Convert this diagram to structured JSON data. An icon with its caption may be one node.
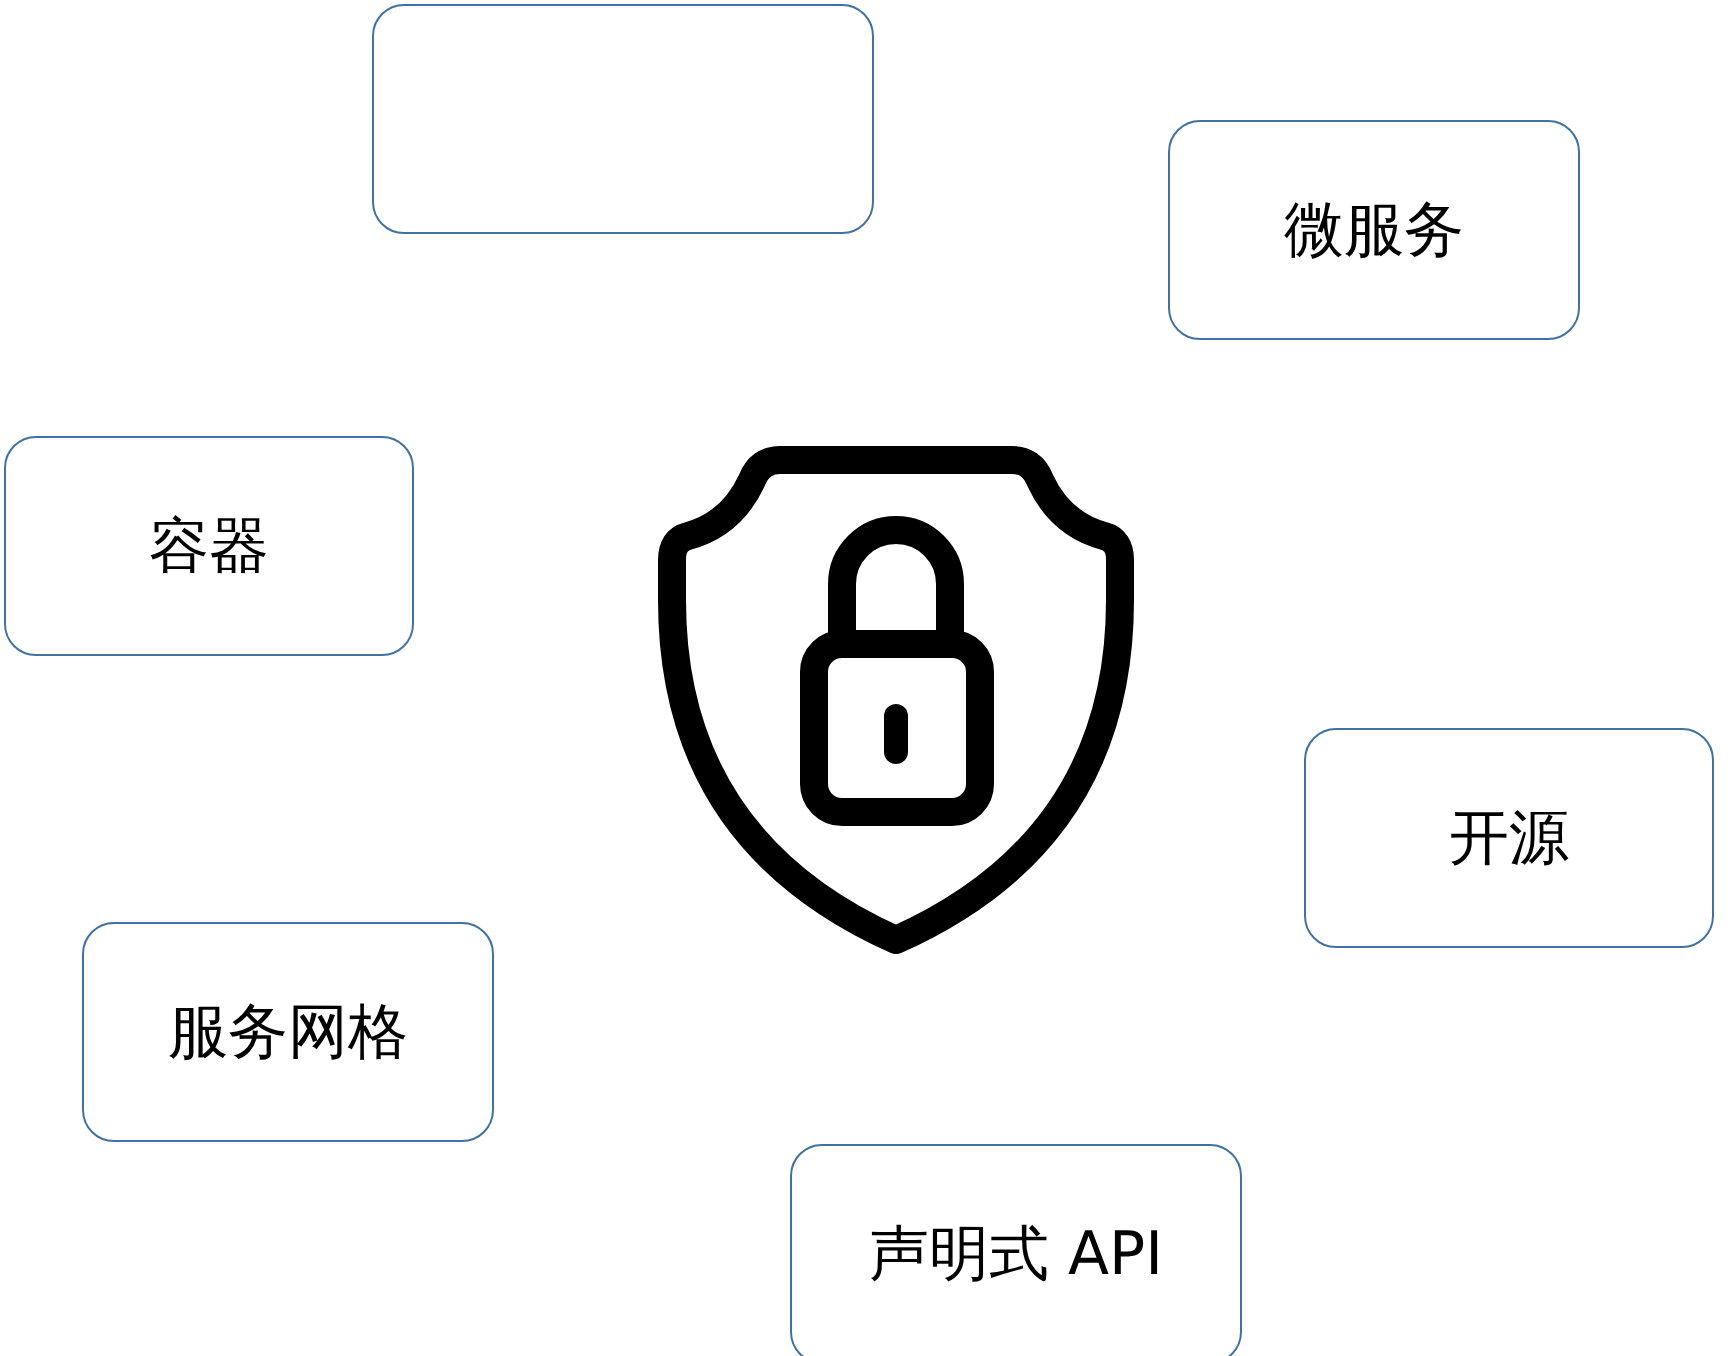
{
  "diagram": {
    "nodes": [
      {
        "text": [],
        "shape": "box"
      },
      {
        "text": [
          "微服务"
        ]
      },
      {
        "text": [
          "容器"
        ]
      },
      {
        "text": [
          "开源"
        ]
      },
      {
        "text": [
          "服务网格"
        ]
      },
      {
        "text": [
          "声明式 API"
        ]
      }
    ]
  }
}
